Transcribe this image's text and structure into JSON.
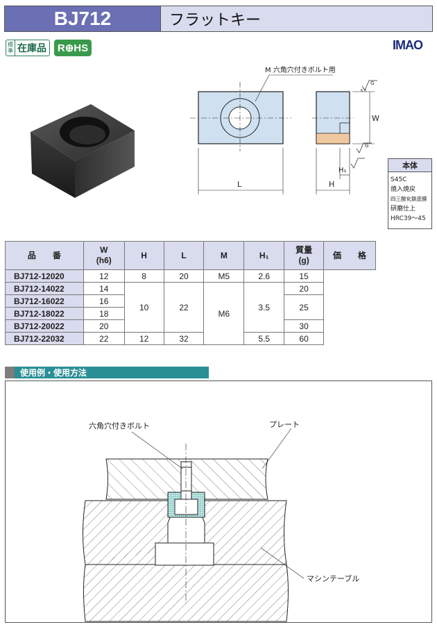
{
  "header": {
    "code": "BJ712",
    "name": "フラットキー"
  },
  "badges": {
    "stock_small": [
      "標",
      "準"
    ],
    "stock_text": "在庫品",
    "rohs": "R⊕HS"
  },
  "brand": "IMAO",
  "drawing": {
    "bolt_note": "M 六角穴付きボルト用",
    "dim_L": "L",
    "dim_W": "W",
    "dim_H": "H",
    "dim_H1": "H₁",
    "roughness_1": "G",
    "roughness_2": "G",
    "roughness_val": "6.3"
  },
  "material": {
    "header": "本体",
    "lines": [
      "S45C",
      "焼入焼戻",
      "四三酸化鉄皮膜",
      "研磨仕上",
      "HRC39～45"
    ]
  },
  "table": {
    "headers": [
      "品　　番",
      "W\n(h6)",
      "H",
      "L",
      "M",
      "H₁",
      "質量\n(g)",
      "価　　格"
    ],
    "rows": [
      {
        "code": "BJ712-12020",
        "W": "12",
        "H": "8",
        "L": "20",
        "M": "M5",
        "H1": "2.6",
        "mass": "15"
      },
      {
        "code": "BJ712-14022",
        "W": "14",
        "H": "10",
        "L": "22",
        "M": "M6",
        "H1": "3.5",
        "mass": "20"
      },
      {
        "code": "BJ712-16022",
        "W": "16",
        "mass": "25"
      },
      {
        "code": "BJ712-18022",
        "W": "18"
      },
      {
        "code": "BJ712-20022",
        "W": "20",
        "mass": "30"
      },
      {
        "code": "BJ712-22032",
        "W": "22",
        "H": "12",
        "L": "32",
        "H1": "5.5",
        "mass": "60"
      }
    ]
  },
  "usage": {
    "title": "使用例・使用方法",
    "label_bolt": "六角穴付きボルト",
    "label_plate": "プレート",
    "label_table": "マシンテーブル"
  }
}
